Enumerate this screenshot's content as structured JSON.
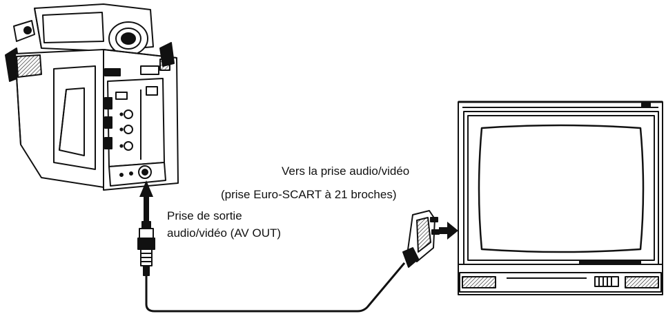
{
  "labels": {
    "tv_input_line1": "Vers la prise audio/vidéo",
    "tv_input_line2": "(prise Euro-SCART à 21 broches)",
    "av_out_line1": "Prise de sortie",
    "av_out_line2": "audio/vidéo (AV OUT)"
  },
  "colors": {
    "ink": "#111111",
    "background": "#ffffff"
  }
}
